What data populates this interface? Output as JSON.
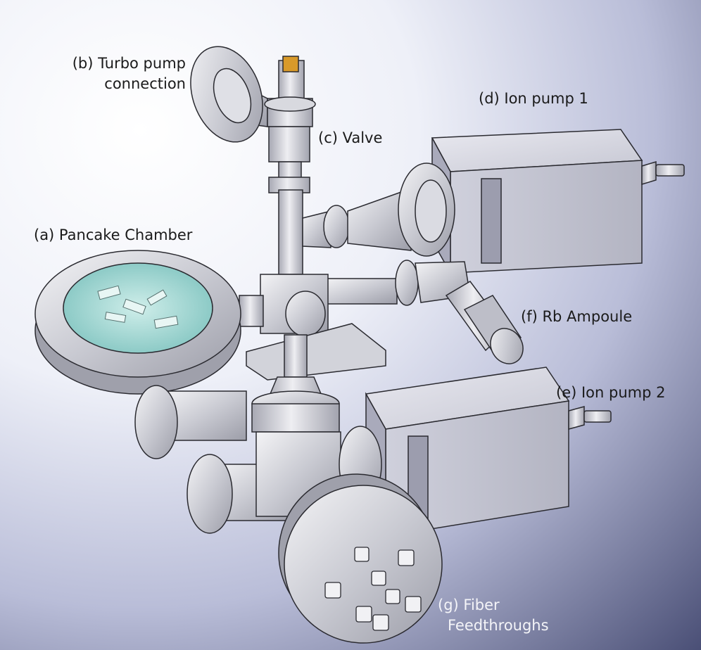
{
  "labels": {
    "turbo_line1": "(b) Turbo pump",
    "turbo_line2": "connection",
    "valve": "(c) Valve",
    "ion_pump_1": "(d) Ion pump 1",
    "pancake": "(a) Pancake Chamber",
    "rb_ampoule": "(f) Rb Ampoule",
    "ion_pump_2": "(e) Ion pump 2",
    "fiber_line1": "(g) Fiber",
    "fiber_line2": "Feedthroughs"
  },
  "colors": {
    "metal_light": "#e6e6ea",
    "metal_mid": "#b8b9c2",
    "metal_dark": "#8c8d97",
    "edge": "#2a2a30",
    "glass": "#a9dcd8",
    "brass": "#d89a2a"
  }
}
